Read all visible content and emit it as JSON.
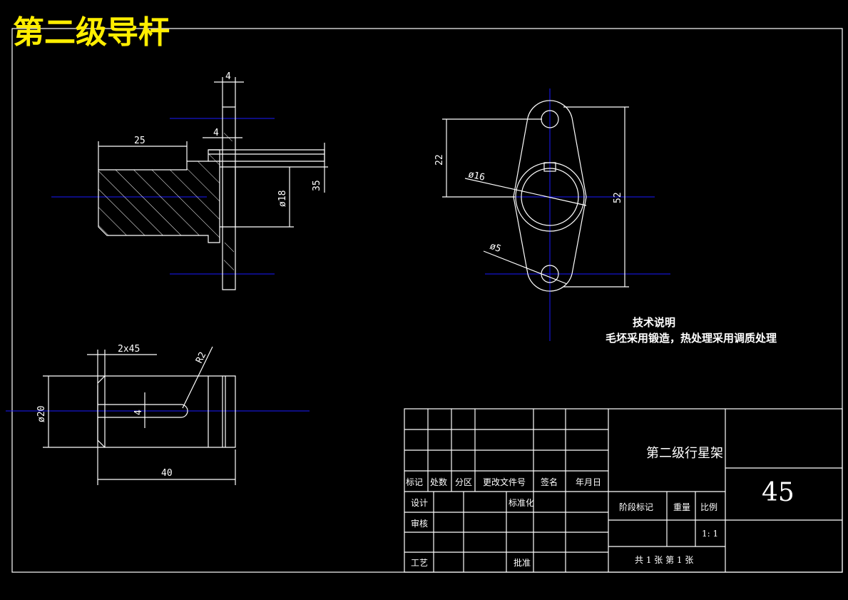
{
  "drawing_title": "第二级导杆",
  "dimensions": {
    "flange_thickness_top": "4",
    "step_width": "4",
    "hub_length": "25",
    "bore_dia": "ø18",
    "offset_35": "35",
    "center_dist_22": "22",
    "overall_52": "52",
    "boss_dia": "ø16",
    "hole_dia": "ø5",
    "chamfer": "2x45",
    "fillet": "R2",
    "shaft_dia": "ø20",
    "slot_width": "4",
    "shaft_length": "40"
  },
  "technical_notes": {
    "heading": "技术说明",
    "line1": "毛坯采用锻造，热处理采用调质处理"
  },
  "title_block": {
    "part_name": "第二级行星架",
    "material": "45",
    "headers": [
      "标记",
      "处数",
      "分区",
      "更改文件号",
      "签名",
      "年月日"
    ],
    "design": "设计",
    "standardization": "标准化",
    "review": "审核",
    "process": "工艺",
    "approve": "批准",
    "stage_mark": "阶段标记",
    "weight": "重量",
    "scale_label": "比例",
    "scale_value": "1: 1",
    "sheet_info": "共 1 张   第 1 张"
  },
  "colors": {
    "background": "#000000",
    "lines": "#ffffff",
    "centerlines": "#1a1aff",
    "title": "#ffee00"
  }
}
